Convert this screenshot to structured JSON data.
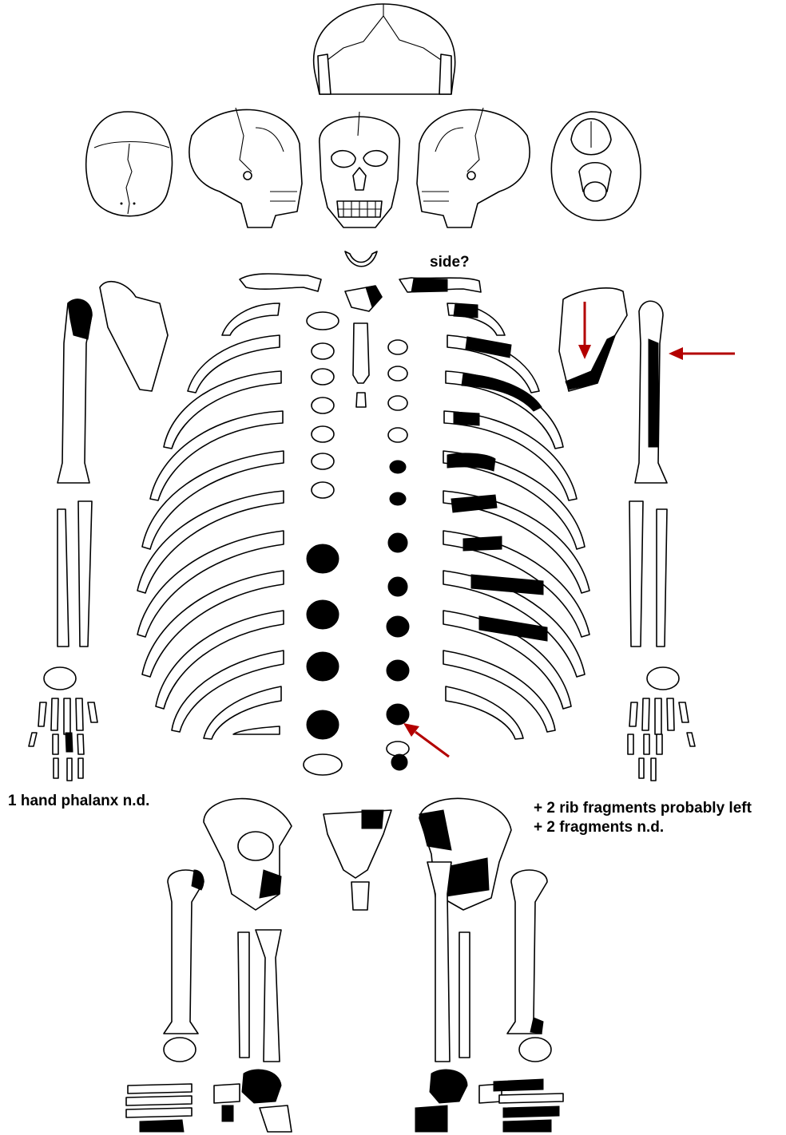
{
  "annotations": {
    "side_question": "side?",
    "hand_phalanx_note": "1 hand phalanx n.d.",
    "fragments_note_1": "+ 2 rib fragments probably left",
    "fragments_note_2": "+ 2 fragments n.d."
  },
  "colors": {
    "outline": "#000000",
    "present_fill": "#000000",
    "arrow": "#b30000",
    "background": "#ffffff"
  }
}
